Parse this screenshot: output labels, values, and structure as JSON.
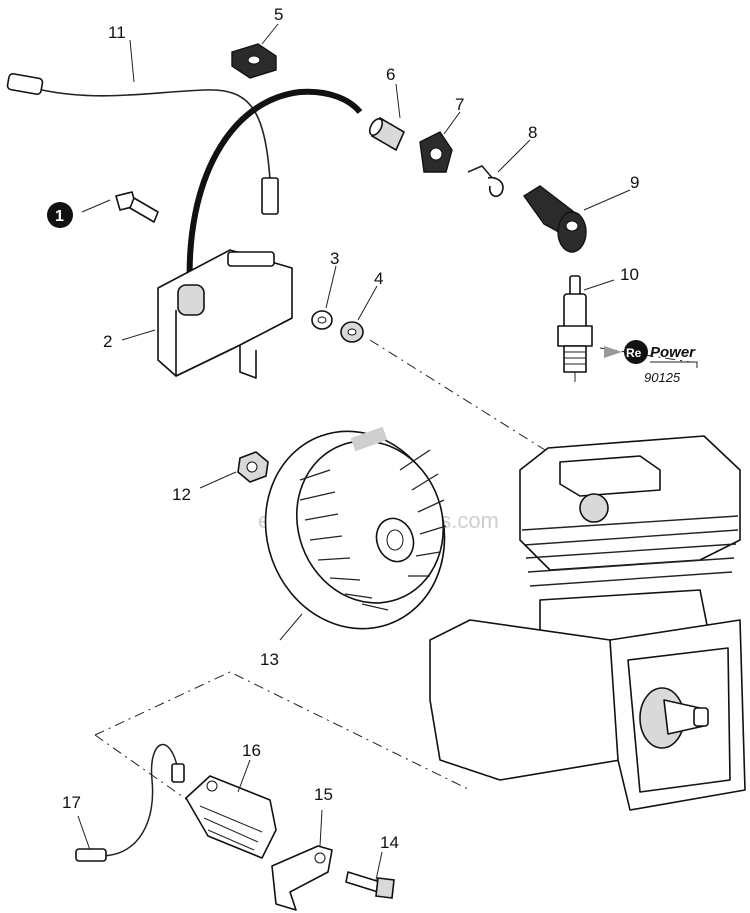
{
  "callouts": {
    "c1": "1",
    "c2": "2",
    "c3": "3",
    "c4": "4",
    "c5": "5",
    "c6": "6",
    "c7": "7",
    "c8": "8",
    "c9": "9",
    "c10": "10",
    "c11": "11",
    "c12": "12",
    "c13": "13",
    "c14": "14",
    "c15": "15",
    "c16": "16",
    "c17": "17"
  },
  "badge": {
    "brand_prefix": "Re",
    "brand_name": "Power",
    "part_number": "90125"
  },
  "watermark": "eReplacementParts.com",
  "colors": {
    "line": "#111111",
    "shade": "#d9d9d9",
    "dark": "#2b2b2b",
    "watermark": "#cfcfcf"
  }
}
